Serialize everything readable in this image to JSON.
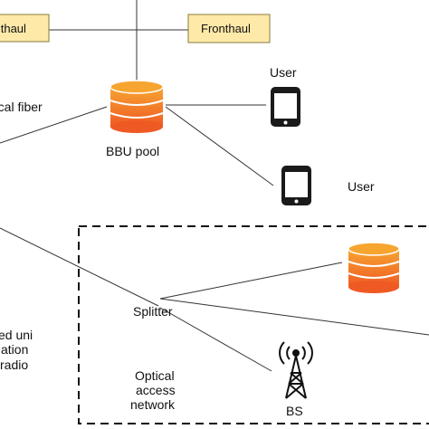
{
  "boxes": {
    "left_fronthaul": "Fronthaul",
    "right_fronthaul": "Fronthaul"
  },
  "labels": {
    "optical_fiber": "Optical fiber",
    "bbu_pool": "BBU pool",
    "user_top": "User",
    "user_bottom": "User",
    "splitter": "Splitter",
    "left_text_1": "ed uni",
    "left_text_2": "ation",
    "left_text_3": "radio",
    "optical_access_1": "Optical",
    "optical_access_2": "access",
    "optical_access_3": "network",
    "bs": "BS"
  },
  "colors": {
    "fronthaul_fill": "#ffe9a8",
    "fronthaul_border": "#8a7a3c",
    "database_orange": "#f39c2c",
    "database_red": "#ef5a24",
    "phone": "#1a1a1a",
    "line": "#333333"
  },
  "icons": [
    "database-icon",
    "smartphone-icon",
    "radio-tower-icon"
  ]
}
